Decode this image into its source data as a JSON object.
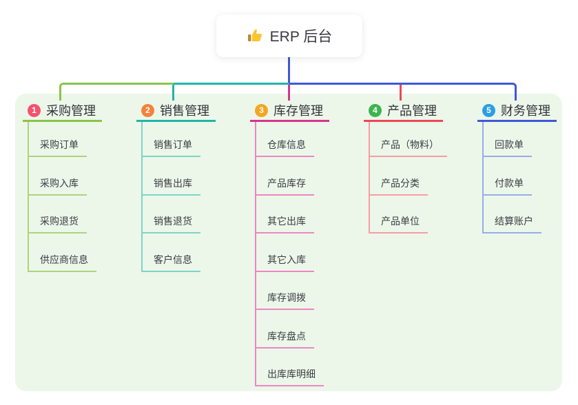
{
  "root": {
    "title": "ERP 后台",
    "icon": "thumbs-up-icon"
  },
  "branches": [
    {
      "num": "1",
      "label": "采购管理",
      "badge_color": "#f4536e",
      "line_color": "#8bc34a",
      "child_line_color": "#abd47e",
      "children": [
        "采购订单",
        "采购入库",
        "采购退货",
        "供应商信息"
      ]
    },
    {
      "num": "2",
      "label": "销售管理",
      "badge_color": "#f5823b",
      "line_color": "#1fb5a8",
      "child_line_color": "#7ed3c8",
      "children": [
        "销售订单",
        "销售出库",
        "销售退货",
        "客户信息"
      ]
    },
    {
      "num": "3",
      "label": "库存管理",
      "badge_color": "#f3a623",
      "line_color": "#d6348f",
      "child_line_color": "#ee85c4",
      "children": [
        "仓库信息",
        "产品库存",
        "其它出库",
        "其它入库",
        "库存调拨",
        "库存盘点",
        "出库库明细"
      ]
    },
    {
      "num": "4",
      "label": "产品管理",
      "badge_color": "#3cb450",
      "line_color": "#ee4656",
      "child_line_color": "#f89ca4",
      "children": [
        "产品（物料）",
        "产品分类",
        "产品单位"
      ]
    },
    {
      "num": "5",
      "label": "财务管理",
      "badge_color": "#2b9fe5",
      "line_color": "#3e57d8",
      "child_line_color": "#97ade8",
      "children": [
        "回款单",
        "付款单",
        "结算账户"
      ]
    }
  ],
  "colors": {
    "canvas_bg": "#ffffff",
    "panel_bg": "#ecf7e9",
    "root_connector": "#3e57d8",
    "text_primary": "#33333b",
    "text_child": "#3c3c44"
  }
}
